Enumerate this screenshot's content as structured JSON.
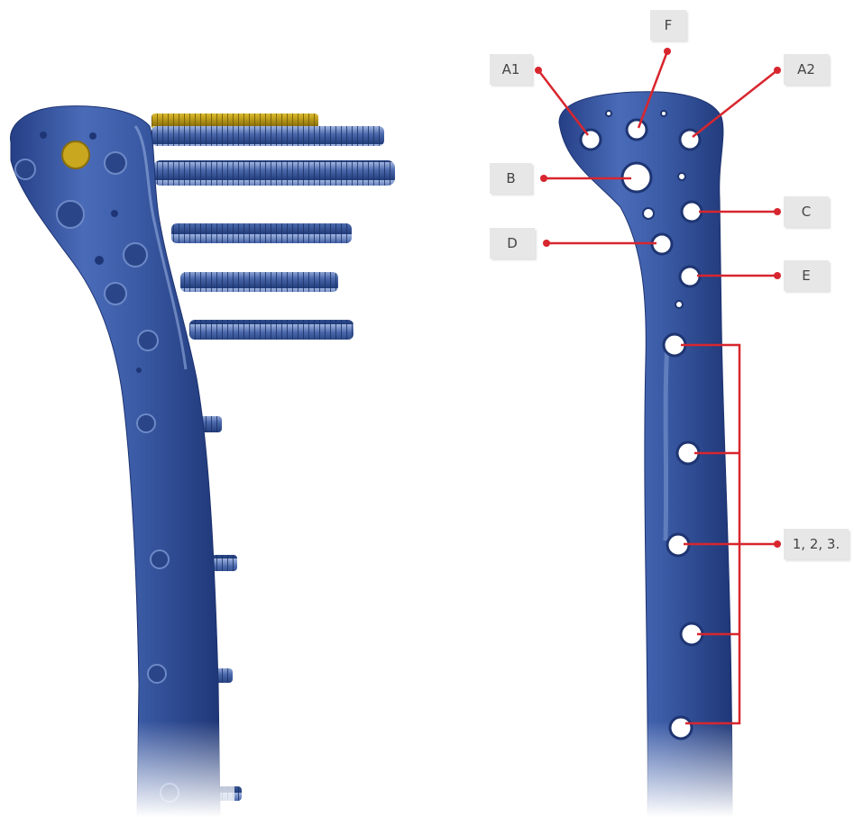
{
  "colors": {
    "plate": "#3b5ba6",
    "plate_dark": "#233f82",
    "plate_highlight": "#7d9ad8",
    "screw": "#3e5a98",
    "screw_gold": "#c9a820",
    "leader": "#d8262e",
    "label_bg": "#e7e7e7",
    "label_text": "#444444"
  },
  "left_figure": {
    "title": "",
    "components": [
      "plate-icon",
      "locking-screw-icon",
      "gold-screw-icon",
      "cortical-screw-icon"
    ]
  },
  "right_figure": {
    "title": "",
    "labels": {
      "A1": "A1",
      "F": "F",
      "A2": "A2",
      "B": "B",
      "C": "C",
      "D": "D",
      "E": "E",
      "shaft": "1, 2, 3."
    }
  }
}
